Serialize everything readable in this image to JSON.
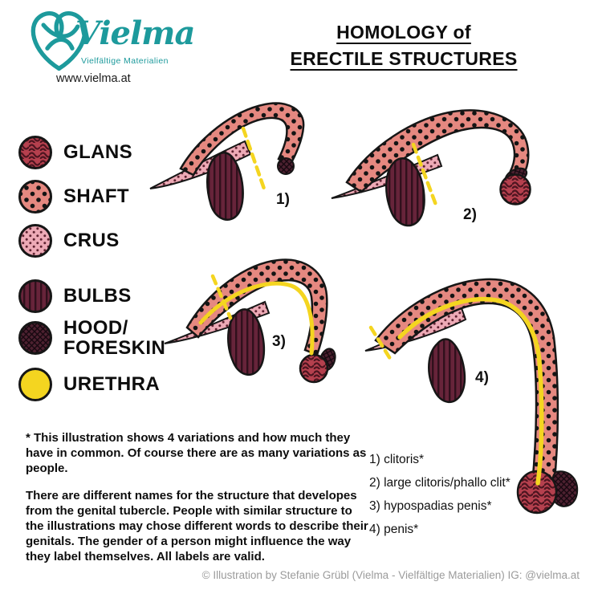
{
  "logo": {
    "brand": "Vielma",
    "subtitle": "Vielfältige Materialien",
    "url": "www.vielma.at",
    "color": "#1d9a9c"
  },
  "title": {
    "line1": "HOMOLOGY of",
    "line2": "ERECTILE STRUCTURES"
  },
  "legend": {
    "items": [
      {
        "label": "GLANS",
        "pattern": "swirl-lines",
        "color": "#b5404e"
      },
      {
        "label": "SHAFT",
        "pattern": "big-dots",
        "color": "#e58880"
      },
      {
        "label": "CRUS",
        "pattern": "small-dots",
        "color": "#edaab6"
      },
      {
        "label": "BULBS",
        "pattern": "vertical-lines",
        "color": "#67243a"
      },
      {
        "label": "HOOD/",
        "label2": "FORESKIN",
        "pattern": "crosshatch",
        "color": "#4d2130"
      },
      {
        "label": "URETHRA",
        "pattern": "solid",
        "color": "#f4d520"
      }
    ]
  },
  "figures": [
    {
      "number": "1)"
    },
    {
      "number": "2)"
    },
    {
      "number": "3)"
    },
    {
      "number": "4)"
    }
  ],
  "notes": {
    "p1": "* This illustration shows 4 variations and how much they have in common. Of course there are as many variations as people.",
    "p2": "There are different names for the structure that developes from the genital tubercle. People with similar structure to the illustrations may chose different words to describe their genitals. The gender of a person might influence the way they label themselves. All labels are valid."
  },
  "labels_list": [
    "1) clitoris*",
    "2) large clitoris/phallo clit*",
    "3) hypospadias penis*",
    "4) penis*"
  ],
  "watermark": "© Stefanie Grübl",
  "footer": {
    "credit": "© Illustration by Stefanie Grübl (Vielma - Vielfältige Materialien) IG: @vielma.at"
  },
  "palette": {
    "outline": "#161616",
    "urethra_yellow": "#f4d520",
    "brand_teal": "#1d9a9c"
  }
}
